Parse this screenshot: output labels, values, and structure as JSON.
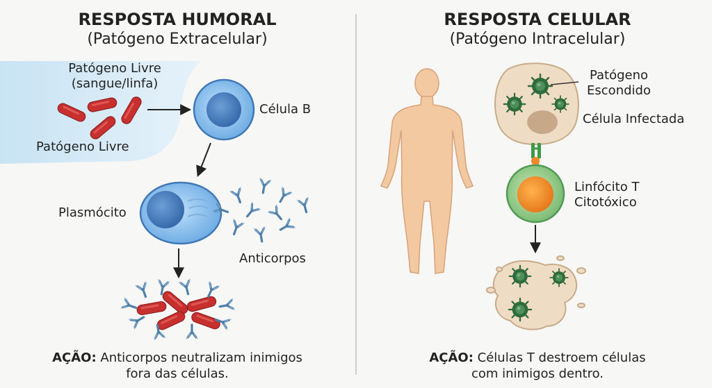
{
  "left": {
    "title": "RESPOSTA HUMORAL",
    "subtitle": "(Patógeno Extracelular)",
    "free_pathogen_top_line1": "Patógeno Livre",
    "free_pathogen_top_line2": "(sangue/linfa)",
    "free_pathogen_bottom": "Patógeno Livre",
    "b_cell": "Célula B",
    "plasma_cell": "Plasmócito",
    "antibodies": "Anticorpos",
    "action_label": "AÇÃO:",
    "action_line1": "Anticorpos neutralizam inimigos",
    "action_line2": "fora das células."
  },
  "right": {
    "title": "RESPOSTA CELULAR",
    "subtitle": "(Patógeno Intracelular)",
    "hidden_pathogen_line1": "Patógeno",
    "hidden_pathogen_line2": "Escondido",
    "infected_cell": "Célula Infectada",
    "t_cell_line1": "Linfócito T",
    "t_cell_line2": "Citotóxico",
    "action_label": "AÇÃO:",
    "action_line1": "Células T destroem células",
    "action_line2": "com inimigos dentro."
  },
  "colors": {
    "pathogen_red": "#c8302f",
    "b_cell_blue": "#5b9bd8",
    "antibody_blue": "#4f7fa8",
    "body_skin": "#f2c9a0",
    "infected_cell": "#efdcc4",
    "virus_green": "#2f6b3c",
    "t_cell_green": "#8cc78a",
    "t_cell_nucleus": "#f08a2a",
    "divider": "#cfcfcf",
    "fluid_bg": "#d3e9f5"
  }
}
